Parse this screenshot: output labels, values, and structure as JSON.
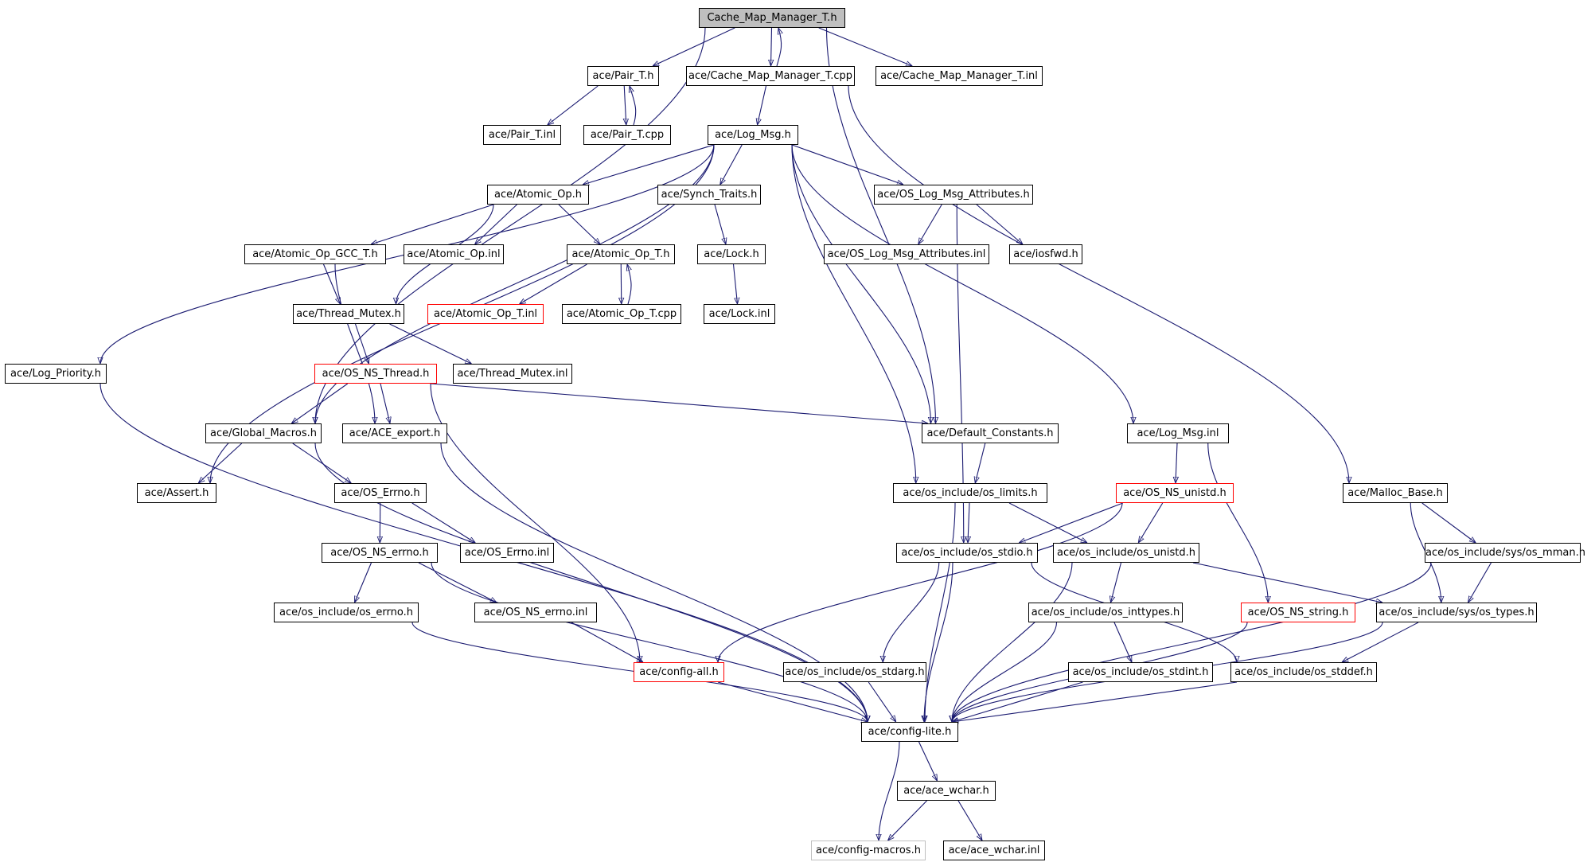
{
  "graph": {
    "nodes": [
      {
        "id": "cmm_h",
        "label": "Cache_Map_Manager_T.h",
        "style": "root"
      },
      {
        "id": "pair_h",
        "label": "ace/Pair_T.h"
      },
      {
        "id": "cmm_cpp",
        "label": "ace/Cache_Map_Manager_T.cpp"
      },
      {
        "id": "cmm_inl",
        "label": "ace/Cache_Map_Manager_T.inl"
      },
      {
        "id": "pair_inl",
        "label": "ace/Pair_T.inl"
      },
      {
        "id": "pair_cpp",
        "label": "ace/Pair_T.cpp"
      },
      {
        "id": "logmsg_h",
        "label": "ace/Log_Msg.h"
      },
      {
        "id": "atomic_h",
        "label": "ace/Atomic_Op.h"
      },
      {
        "id": "synch_h",
        "label": "ace/Synch_Traits.h"
      },
      {
        "id": "oslma_h",
        "label": "ace/OS_Log_Msg_Attributes.h"
      },
      {
        "id": "gcc_h",
        "label": "ace/Atomic_Op_GCC_T.h"
      },
      {
        "id": "atomic_inl",
        "label": "ace/Atomic_Op.inl"
      },
      {
        "id": "atomict_h",
        "label": "ace/Atomic_Op_T.h"
      },
      {
        "id": "lock_h",
        "label": "ace/Lock.h"
      },
      {
        "id": "oslma_inl",
        "label": "ace/OS_Log_Msg_Attributes.inl"
      },
      {
        "id": "iosfwd_h",
        "label": "ace/iosfwd.h"
      },
      {
        "id": "tmutex_h",
        "label": "ace/Thread_Mutex.h"
      },
      {
        "id": "atomict_inl",
        "label": "ace/Atomic_Op_T.inl",
        "style": "red"
      },
      {
        "id": "atomict_cpp",
        "label": "ace/Atomic_Op_T.cpp"
      },
      {
        "id": "lock_inl",
        "label": "ace/Lock.inl"
      },
      {
        "id": "logprio_h",
        "label": "ace/Log_Priority.h"
      },
      {
        "id": "osnsthread_h",
        "label": "ace/OS_NS_Thread.h",
        "style": "red"
      },
      {
        "id": "tmutex_inl",
        "label": "ace/Thread_Mutex.inl"
      },
      {
        "id": "gmacros_h",
        "label": "ace/Global_Macros.h"
      },
      {
        "id": "aceexport_h",
        "label": "ace/ACE_export.h"
      },
      {
        "id": "defconst_h",
        "label": "ace/Default_Constants.h"
      },
      {
        "id": "logmsg_inl",
        "label": "ace/Log_Msg.inl"
      },
      {
        "id": "assert_h",
        "label": "ace/Assert.h"
      },
      {
        "id": "oserrno_h",
        "label": "ace/OS_Errno.h"
      },
      {
        "id": "oslimits_h",
        "label": "ace/os_include/os_limits.h"
      },
      {
        "id": "osnsunistd_h",
        "label": "ace/OS_NS_unistd.h",
        "style": "red"
      },
      {
        "id": "mallocbase_h",
        "label": "ace/Malloc_Base.h"
      },
      {
        "id": "osnserrno_h",
        "label": "ace/OS_NS_errno.h"
      },
      {
        "id": "oserrno_inl",
        "label": "ace/OS_Errno.inl"
      },
      {
        "id": "osstdio_h",
        "label": "ace/os_include/os_stdio.h"
      },
      {
        "id": "osunistd_h",
        "label": "ace/os_include/os_unistd.h"
      },
      {
        "id": "osmman_h",
        "label": "ace/os_include/sys/os_mman.h"
      },
      {
        "id": "oserrnoinc_h",
        "label": "ace/os_include/os_errno.h"
      },
      {
        "id": "osnserrno_inl",
        "label": "ace/OS_NS_errno.inl"
      },
      {
        "id": "osinttypes_h",
        "label": "ace/os_include/os_inttypes.h"
      },
      {
        "id": "osnsstring_h",
        "label": "ace/OS_NS_string.h",
        "style": "red"
      },
      {
        "id": "ostypes_h",
        "label": "ace/os_include/sys/os_types.h"
      },
      {
        "id": "configall_h",
        "label": "ace/config-all.h",
        "style": "red"
      },
      {
        "id": "osstdarg_h",
        "label": "ace/os_include/os_stdarg.h"
      },
      {
        "id": "osstdint_h",
        "label": "ace/os_include/os_stdint.h"
      },
      {
        "id": "osstddef_h",
        "label": "ace/os_include/os_stddef.h"
      },
      {
        "id": "configlite_h",
        "label": "ace/config-lite.h"
      },
      {
        "id": "wchar_h",
        "label": "ace/ace_wchar.h"
      },
      {
        "id": "configmacros_h",
        "label": "ace/config-macros.h",
        "style": "grey"
      },
      {
        "id": "wchar_inl",
        "label": "ace/ace_wchar.inl"
      }
    ],
    "edges": [
      [
        "cmm_h",
        "pair_h"
      ],
      [
        "cmm_h",
        "cmm_cpp"
      ],
      [
        "cmm_h",
        "cmm_inl"
      ],
      [
        "cmm_h",
        "gmacros_h"
      ],
      [
        "cmm_h",
        "defconst_h"
      ],
      [
        "cmm_cpp",
        "cmm_h"
      ],
      [
        "cmm_cpp",
        "logmsg_h"
      ],
      [
        "cmm_cpp",
        "mallocbase_h"
      ],
      [
        "pair_h",
        "pair_inl"
      ],
      [
        "pair_h",
        "pair_cpp"
      ],
      [
        "pair_cpp",
        "pair_h"
      ],
      [
        "logmsg_h",
        "atomic_h"
      ],
      [
        "logmsg_h",
        "synch_h"
      ],
      [
        "logmsg_h",
        "oslma_h"
      ],
      [
        "logmsg_h",
        "logprio_h"
      ],
      [
        "logmsg_h",
        "gmacros_h"
      ],
      [
        "logmsg_h",
        "assert_h"
      ],
      [
        "logmsg_h",
        "defconst_h"
      ],
      [
        "logmsg_h",
        "oslimits_h"
      ],
      [
        "logmsg_h",
        "logmsg_inl"
      ],
      [
        "atomic_h",
        "gcc_h"
      ],
      [
        "atomic_h",
        "atomic_inl"
      ],
      [
        "atomic_h",
        "atomict_h"
      ],
      [
        "atomic_h",
        "tmutex_h"
      ],
      [
        "gcc_h",
        "tmutex_h"
      ],
      [
        "gcc_h",
        "aceexport_h"
      ],
      [
        "atomict_h",
        "atomict_inl"
      ],
      [
        "atomict_h",
        "atomict_cpp"
      ],
      [
        "atomict_cpp",
        "atomict_h"
      ],
      [
        "synch_h",
        "lock_h"
      ],
      [
        "lock_h",
        "lock_inl"
      ],
      [
        "oslma_h",
        "oslma_inl"
      ],
      [
        "oslma_h",
        "iosfwd_h"
      ],
      [
        "oslma_h",
        "osstdio_h"
      ],
      [
        "tmutex_h",
        "osnsthread_h"
      ],
      [
        "tmutex_h",
        "tmutex_inl"
      ],
      [
        "osnsthread_h",
        "gmacros_h"
      ],
      [
        "osnsthread_h",
        "aceexport_h"
      ],
      [
        "osnsthread_h",
        "defconst_h"
      ],
      [
        "osnsthread_h",
        "configall_h"
      ],
      [
        "logprio_h",
        "configlite_h"
      ],
      [
        "gmacros_h",
        "assert_h"
      ],
      [
        "gmacros_h",
        "oserrno_h"
      ],
      [
        "gmacros_h",
        "configlite_h"
      ],
      [
        "aceexport_h",
        "configlite_h"
      ],
      [
        "defconst_h",
        "oslimits_h"
      ],
      [
        "logmsg_inl",
        "osnsunistd_h"
      ],
      [
        "logmsg_inl",
        "osnsstring_h"
      ],
      [
        "oserrno_h",
        "osnserrno_h"
      ],
      [
        "oserrno_h",
        "oserrno_inl"
      ],
      [
        "osnserrno_h",
        "oserrnoinc_h"
      ],
      [
        "osnserrno_h",
        "osnserrno_inl"
      ],
      [
        "osnserrno_h",
        "configlite_h"
      ],
      [
        "oserrnoinc_h",
        "configlite_h"
      ],
      [
        "osnserrno_inl",
        "configall_h"
      ],
      [
        "oslimits_h",
        "osstdio_h"
      ],
      [
        "oslimits_h",
        "osunistd_h"
      ],
      [
        "oslimits_h",
        "configlite_h"
      ],
      [
        "osnsunistd_h",
        "osstdio_h"
      ],
      [
        "osnsunistd_h",
        "osunistd_h"
      ],
      [
        "osnsunistd_h",
        "configall_h"
      ],
      [
        "mallocbase_h",
        "osmman_h"
      ],
      [
        "mallocbase_h",
        "ostypes_h"
      ],
      [
        "osmman_h",
        "ostypes_h"
      ],
      [
        "osmman_h",
        "configlite_h"
      ],
      [
        "osstdio_h",
        "osstdarg_h"
      ],
      [
        "osstdio_h",
        "osstddef_h"
      ],
      [
        "osstdio_h",
        "configlite_h"
      ],
      [
        "osunistd_h",
        "osinttypes_h"
      ],
      [
        "osunistd_h",
        "ostypes_h"
      ],
      [
        "osunistd_h",
        "configlite_h"
      ],
      [
        "osinttypes_h",
        "osstdint_h"
      ],
      [
        "osinttypes_h",
        "configlite_h"
      ],
      [
        "osnsstring_h",
        "configlite_h"
      ],
      [
        "ostypes_h",
        "osstddef_h"
      ],
      [
        "ostypes_h",
        "configlite_h"
      ],
      [
        "configall_h",
        "configlite_h"
      ],
      [
        "osstdarg_h",
        "configlite_h"
      ],
      [
        "osstdint_h",
        "configlite_h"
      ],
      [
        "osstddef_h",
        "configlite_h"
      ],
      [
        "configlite_h",
        "wchar_h"
      ],
      [
        "configlite_h",
        "configmacros_h"
      ],
      [
        "wchar_h",
        "configmacros_h"
      ],
      [
        "wchar_h",
        "wchar_inl"
      ]
    ],
    "colors": {
      "edge": "#191970",
      "root_fill": "#bfbfbf",
      "node_border": "#000000",
      "red_border": "#ff0000",
      "grey_border": "#bfbfbf"
    }
  }
}
